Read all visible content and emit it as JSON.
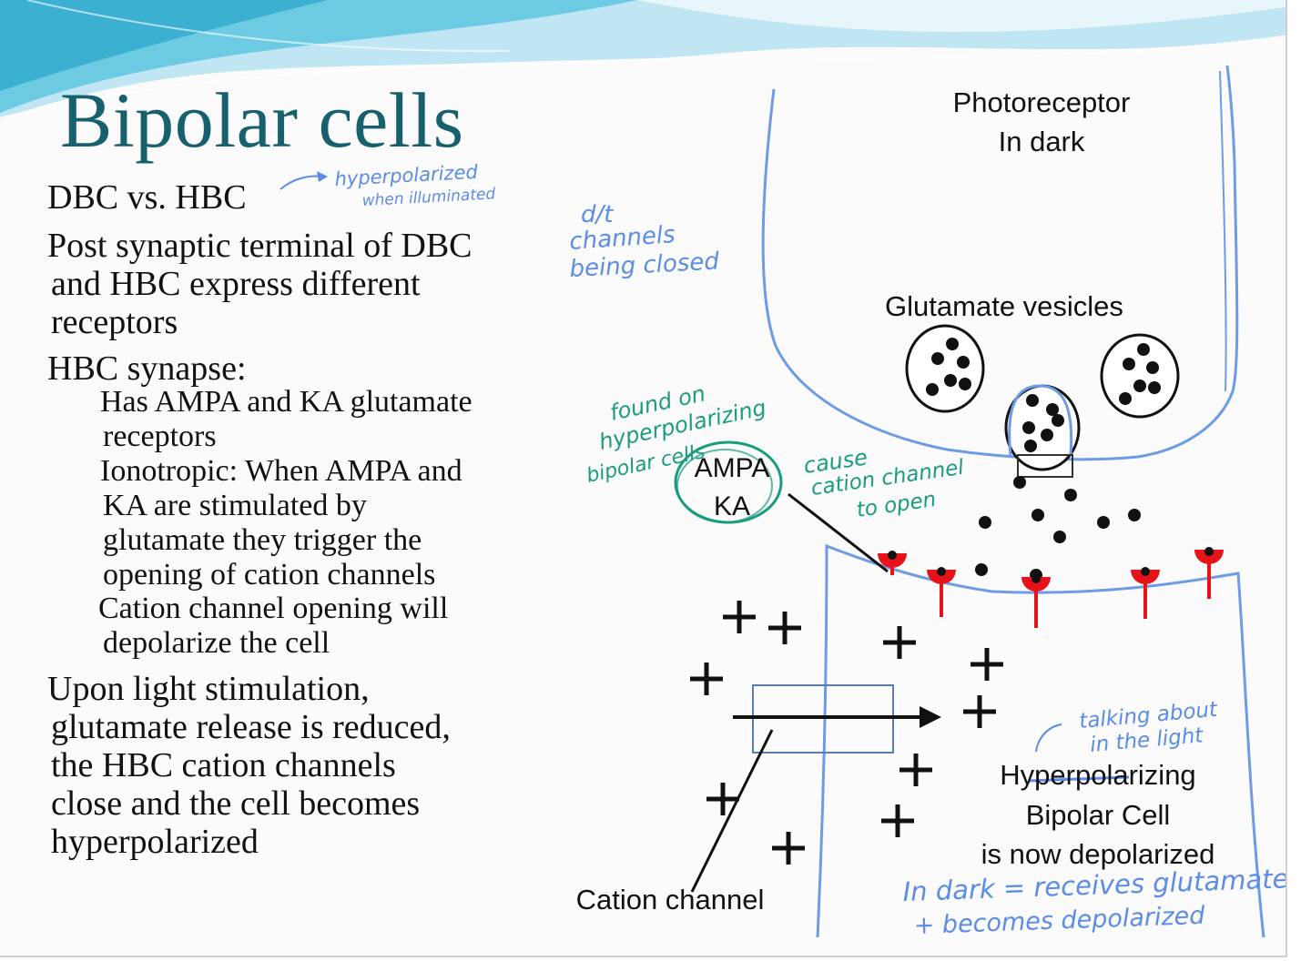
{
  "slide": {
    "title": "Bipolar cells",
    "bullets": [
      {
        "lines": [
          "DBC vs. HBC"
        ]
      },
      {
        "lines": [
          "Post synaptic terminal of DBC",
          "and HBC express different",
          "receptors"
        ]
      },
      {
        "lines": [
          "HBC synapse:"
        ]
      },
      {
        "lines": [
          "Has AMPA and KA glutamate",
          "receptors"
        ]
      },
      {
        "lines": [
          "Ionotropic: When AMPA and",
          "KA are stimulated by",
          "glutamate they trigger the",
          "opening of cation channels"
        ]
      },
      {
        "lines": [
          "Cation channel opening will",
          "depolarize the cell"
        ]
      },
      {
        "lines": [
          "Upon light stimulation,",
          "glutamate release is reduced,",
          "the HBC cation channels",
          "close and the cell becomes",
          "hyperpolarized"
        ]
      }
    ]
  },
  "diagram": {
    "photoreceptor_line1": "Photoreceptor",
    "photoreceptor_line2": "In dark",
    "glutamate_vesicles": "Glutamate vesicles",
    "ampa": "AMPA",
    "ka": "KA",
    "cation_channel": "Cation channel",
    "bipolar_line1": "Hyperpolarizing",
    "bipolar_line2": "Bipolar Cell",
    "bipolar_line3": "is now depolarized"
  },
  "annotations": {
    "hyperpolarized_1": "hyperpolarized",
    "hyperpolarized_2": "when illuminated",
    "channels_1": "d/t",
    "channels_2": "channels",
    "channels_3": "being closed",
    "found_1": "found on",
    "found_2": "hyperpolarizing",
    "found_3": "bipolar cells",
    "cause_1": "cause",
    "cause_2": "cation channel",
    "cause_3": "to open",
    "talking_1": "talking about",
    "talking_2": "in the light",
    "dark_1": "In dark = receives glutamate",
    "dark_2": "+ becomes depolarized"
  },
  "colors": {
    "title": "#17616e",
    "cell_outline": "#6d9be6",
    "receptor": "#e8121a",
    "teal_note": "#1a9c7e",
    "blue_note": "#5b8de8",
    "wave_light": "#a9dced",
    "wave_dark": "#46b4d2"
  }
}
